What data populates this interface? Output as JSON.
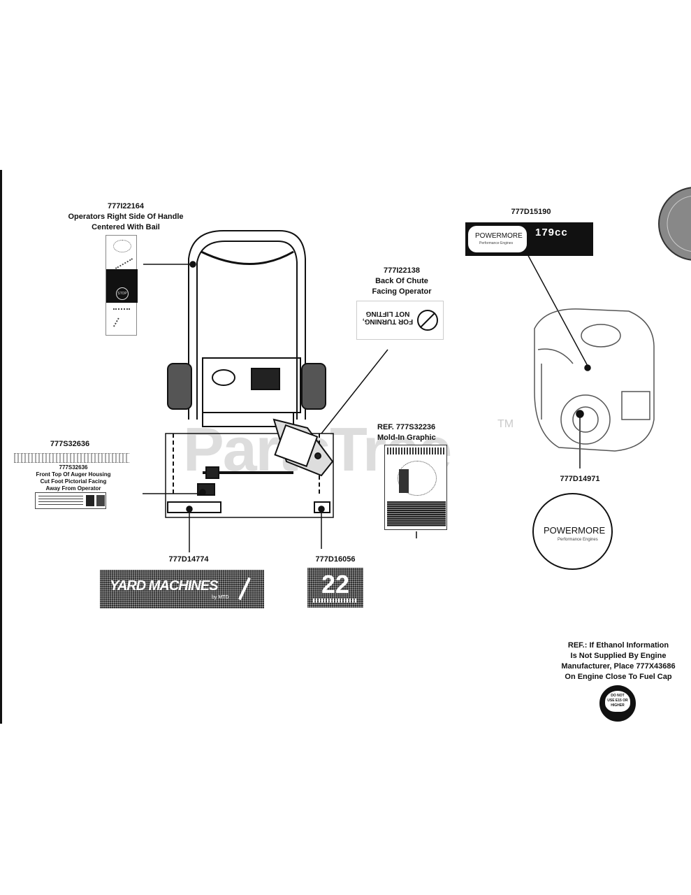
{
  "watermark": {
    "text": "PartsTree",
    "tm": "TM"
  },
  "callouts": {
    "handle": {
      "part": "777I22164",
      "line1": "Operators Right Side Of Handle",
      "line2": "Centered With Bail"
    },
    "chute": {
      "part": "777I22138",
      "line1": "Back Of Chute",
      "line2": "Facing Operator"
    },
    "engine_top": {
      "part": "777D15190"
    },
    "auger": {
      "part": "777S32636",
      "part2": "777S32636",
      "line1": "Front Top Of Auger Housing",
      "line2": "Cut Foot Pictorial Facing",
      "line3": "Away From Operator"
    },
    "moldin": {
      "line1": "REF. 777S32236",
      "line2": "Mold-In Graphic"
    },
    "engine_side": {
      "part": "777D14971"
    },
    "brand": {
      "part": "777D14774"
    },
    "size": {
      "part": "777D16056"
    },
    "ethanol": {
      "line1": "REF.:  If Ethanol Information",
      "line2": "Is Not Supplied By Engine",
      "line3": "Manufacturer, Place 777X43686",
      "line4": "On Engine Close To Fuel Cap"
    }
  },
  "decals": {
    "powermore_bar": {
      "brand": "POWERMORE",
      "sub": "Performance Engines",
      "cc": "179cc"
    },
    "powermore_round": {
      "brand": "POWERMORE",
      "sub": "Performance Engines"
    },
    "yard_machines": {
      "brand": "YARD MACHINES",
      "by": "by MTD"
    },
    "size_badge": {
      "num": "22"
    },
    "chute_warning": {
      "text1": "FOR TURNING,",
      "text2": "NOT LIFTING"
    },
    "do_not_badge": {
      "line1": "DO NOT",
      "line2": "USE E15 OR",
      "line3": "HIGHER"
    },
    "handle_stop": {
      "text": "STOP"
    }
  }
}
